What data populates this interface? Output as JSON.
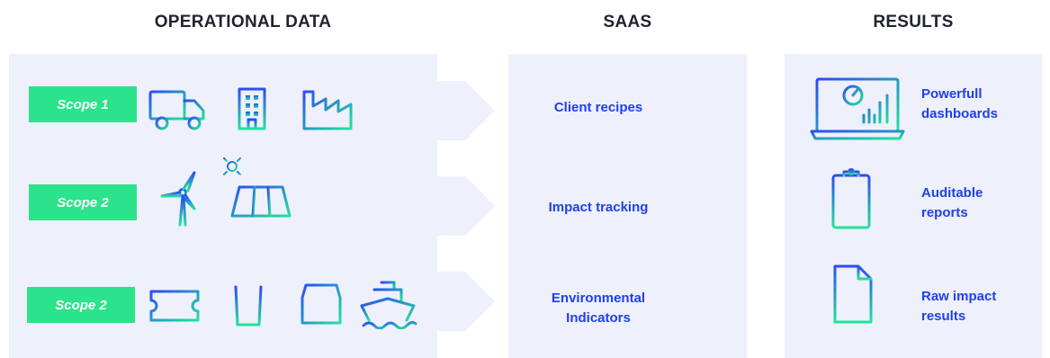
{
  "headers": {
    "operational": "OPERATIONAL DATA",
    "saas": "SAAS",
    "results": "RESULTS"
  },
  "operational": {
    "rows": [
      {
        "scope_label": "Scope 1",
        "icons": [
          "truck-icon",
          "office-building-icon",
          "factory-icon"
        ]
      },
      {
        "scope_label": "Scope 2",
        "icons": [
          "wind-turbine-icon",
          "solar-panel-sun-icon"
        ]
      },
      {
        "scope_label": "Scope 2",
        "icons": [
          "ticket-list-icon",
          "trash-bin-icon",
          "package-box-icon",
          "cargo-ship-icon"
        ]
      }
    ]
  },
  "saas": {
    "items": [
      {
        "line1": "Client recipes",
        "line2": ""
      },
      {
        "line1": "Impact tracking",
        "line2": ""
      },
      {
        "line1": "Environmental",
        "line2": "Indicators"
      }
    ]
  },
  "results": {
    "items": [
      {
        "line1": "Powerfull",
        "line2": "dashboards",
        "icon": "laptop-dashboard-icon"
      },
      {
        "line1": "Auditable",
        "line2": "reports",
        "icon": "clipboard-list-icon"
      },
      {
        "line1": "Raw impact",
        "line2": "results",
        "icon": "document-chart-icon"
      }
    ]
  },
  "colors": {
    "panel_bg": "#eef0fb",
    "scope_green": "#2be38b",
    "label_blue": "#1f3ff0",
    "icon_gradient_start": "#2d4bf5",
    "icon_gradient_end": "#22e39a",
    "heading": "#1f2330"
  }
}
